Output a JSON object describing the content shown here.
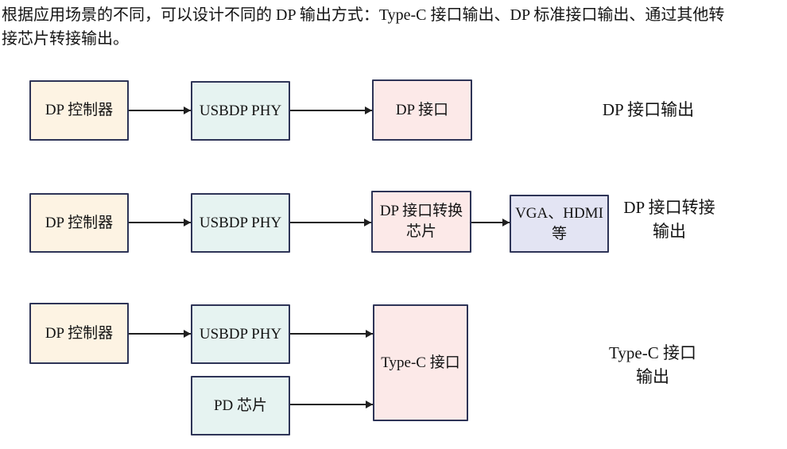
{
  "header": {
    "text": "根据应用场景的不同，可以设计不同的 DP 输出方式：Type-C 接口输出、DP 标准接口输出、通过其他转\n接芯片转接输出。"
  },
  "colors": {
    "bg": "#ffffff",
    "ink": "#141414",
    "border": "#2e3457",
    "arrow": "#1f1f1f",
    "cream": "#fdf3e3",
    "cyan": "#e6f3f1",
    "pink": "#fce9e8",
    "lavender": "#e3e4f3"
  },
  "diagram": {
    "row1": {
      "controller": "DP 控制器",
      "phy": "USBDP PHY",
      "port": "DP 接口",
      "output_label": "DP 接口输出"
    },
    "row2": {
      "controller": "DP 控制器",
      "phy": "USBDP PHY",
      "converter": "DP 接口转换\n芯片",
      "adapter": "VGA、HDMI\n等",
      "output_label": "DP 接口转接\n输出"
    },
    "row3": {
      "controller": "DP 控制器",
      "phy": "USBDP PHY",
      "pd": "PD 芯片",
      "typec": "Type-C 接口",
      "output_label": "Type-C 接口\n输出"
    }
  }
}
